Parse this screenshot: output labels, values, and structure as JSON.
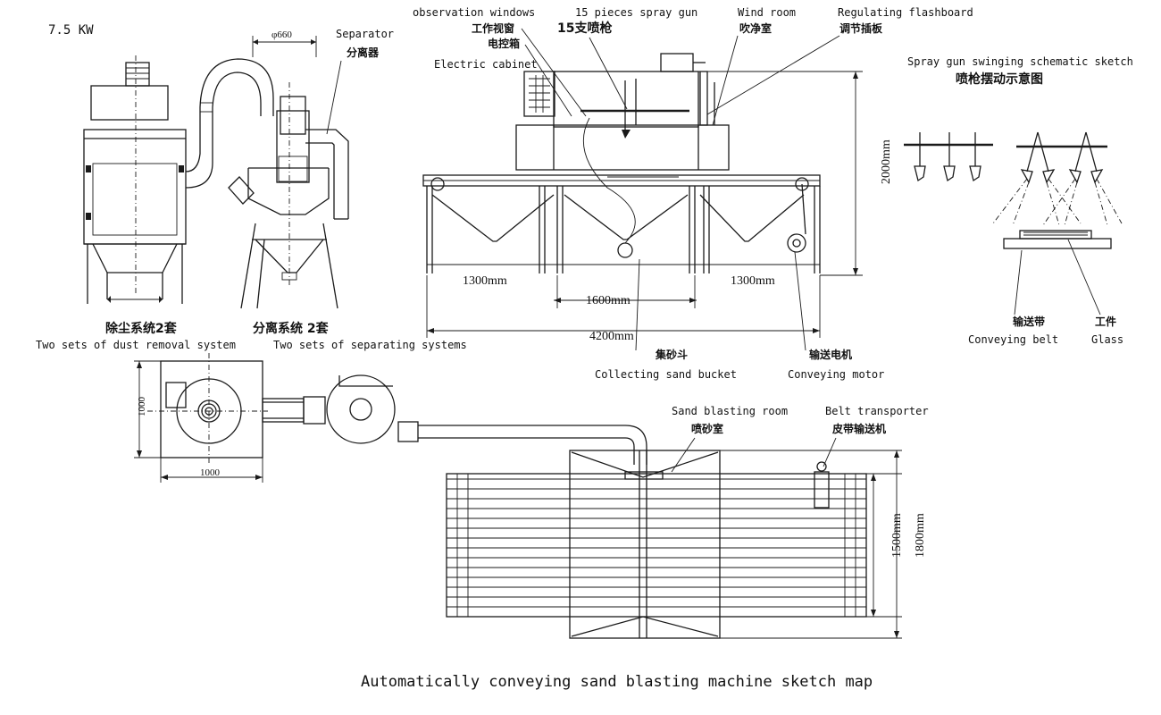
{
  "power": "7.5 KW",
  "title": "Automatically conveying sand blasting machine sketch map",
  "labels": {
    "separator_en": "Separator",
    "separator_cn": "分离器",
    "diameter": "φ660",
    "dust_cn": "除尘系统2套",
    "dust_en": "Two sets of dust removal system",
    "sep_cn": "分离系统 2套",
    "sep_en": "Two sets of separating systems",
    "obs_en": "observation windows",
    "obs_cn": "工作视窗",
    "cabinet_cn": "电控箱",
    "cabinet_en": "Electric cabinet",
    "spray_en": "15 pieces spray gun",
    "spray_cn": "15支喷枪",
    "wind_en": "Wind room",
    "wind_cn": "吹净室",
    "flash_en": "Regulating flashboard",
    "flash_cn": "调节插板",
    "swing_en": "Spray gun swinging schematic sketch",
    "swing_cn": "喷枪摆动示意图",
    "belt_cn": "输送带",
    "belt_en": "Conveying belt",
    "glass_cn": "工件",
    "glass_en": "Glass",
    "bucket_cn": "集砂斗",
    "bucket_en": "Collecting sand bucket",
    "motor_cn": "输送电机",
    "motor_en": "Conveying motor",
    "room_en": "Sand blasting room",
    "room_cn": "喷砂室",
    "transporter_en": "Belt transporter",
    "transporter_cn": "皮带输送机"
  },
  "dimensions": {
    "height_2000": "2000mm",
    "left_1300": "1300mm",
    "mid_1600": "1600mm",
    "right_1300": "1300mm",
    "total_4200": "4200mm",
    "plan_w_1000": "1000",
    "plan_h_1000": "1000",
    "belt_1500": "1500mm",
    "belt_1800": "1800mm"
  },
  "colors": {
    "ink": "#1a1a1a",
    "paper": "#ffffff"
  }
}
